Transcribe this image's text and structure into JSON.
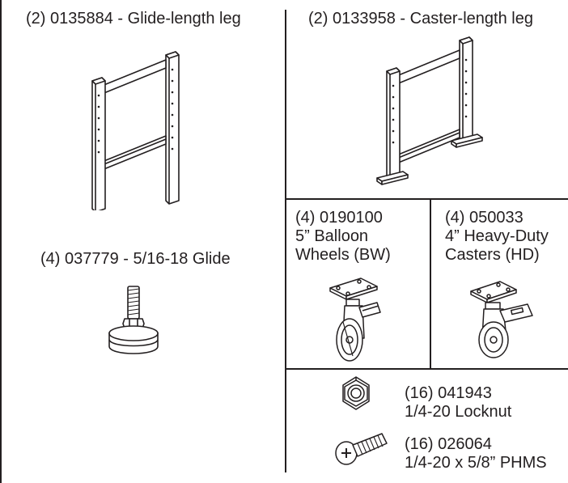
{
  "title": "Parts list",
  "parts": {
    "glide_leg": {
      "label": "(2) 0135884 - Glide-length leg"
    },
    "caster_leg": {
      "label": "(2) 0133958 - Caster-length leg"
    },
    "glide": {
      "label": "(4) 037779 - 5/16-18 Glide"
    },
    "balloon_wheels": {
      "line1": "(4) 0190100",
      "line2": "5” Balloon",
      "line3": "Wheels (BW)"
    },
    "heavy_duty_casters": {
      "line1": "(4) 050033",
      "line2": "4” Heavy-Duty",
      "line3": "Casters (HD)"
    },
    "locknut": {
      "line1": "(16) 041943",
      "line2": "1/4-20 Locknut"
    },
    "phms": {
      "line1": "(16) 026064",
      "line2": "1/4-20 x 5/8” PHMS"
    }
  },
  "colors": {
    "ink": "#231f20",
    "paper": "#ffffff"
  }
}
